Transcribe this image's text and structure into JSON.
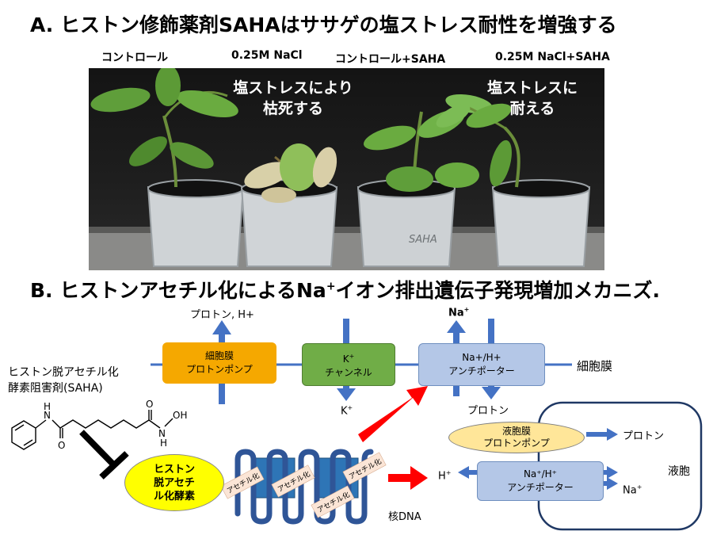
{
  "panel_a": {
    "title": "A. ヒストン修飾薬剤SAHAはササゲの塩ストレス耐性を増強する",
    "conditions": [
      "コントロール",
      "0.25M NaCl",
      "コントロール+SAHA",
      "0.25M NaCl+SAHA"
    ],
    "photo_text_left": [
      "塩ストレスにより",
      "枯死する"
    ],
    "photo_text_right": [
      "塩ストレスに",
      "耐える"
    ],
    "pot_label": "SAHA"
  },
  "panel_b": {
    "title_prefix": "B. ヒストンアセチル化によるNa",
    "title_sup": "+",
    "title_suffix": "イオン排出遺伝子発現増加メカニズ.",
    "proton_top": "プロトン, H+",
    "pump_line1": "細胞膜",
    "pump_line2": "プロトンポンプ",
    "k_channel_sup": "+",
    "k_channel_base": "K",
    "k_channel_line2": "チャンネル",
    "k_out": "K",
    "k_out_sup": "+",
    "na_top": "Na",
    "na_top_sup": "+",
    "antiporter_top_line1": "Na+/H+",
    "antiporter_top_line2": "アンチポーター",
    "membrane_label": "細胞膜",
    "proton_mid": "プロトン",
    "inhibitor_line1": "ヒストン脱アセチル化",
    "inhibitor_line2": "酵素阻害剤(SAHA)",
    "hdac_lines": [
      "ヒストン",
      "脱アセチ",
      "ル化酵素"
    ],
    "acetyl_tag": "アセチル化",
    "nucleus_dna": "核DNA",
    "vac_pump_line1": "液胞膜",
    "vac_pump_line2": "プロトンポンプ",
    "vac_proton": "プロトン",
    "vac_anti_line1": "Na⁺/H⁺",
    "vac_anti_line2": "アンチポーター",
    "h_plus": "H",
    "h_plus_sup": "+",
    "na_vac": "Na",
    "na_vac_sup": "+",
    "vacuole_label": "液胞",
    "chem_labels": [
      "N",
      "H",
      "O",
      "O",
      "N",
      "OH",
      "H"
    ]
  },
  "colors": {
    "arrow_blue": "#4472c4",
    "pump_orange": "#f5a800",
    "channel_green": "#70ad47",
    "antiporter_blue": "#b4c7e7",
    "hdac_yellow": "#ffff00",
    "vac_pump_yellow": "#ffe699",
    "arrow_red": "#ff0000",
    "histone_blue": "#2e75b6",
    "dna_navy": "#2f5597",
    "tag_fill": "#fbe5d6",
    "vacuole_border": "#1f3864"
  }
}
